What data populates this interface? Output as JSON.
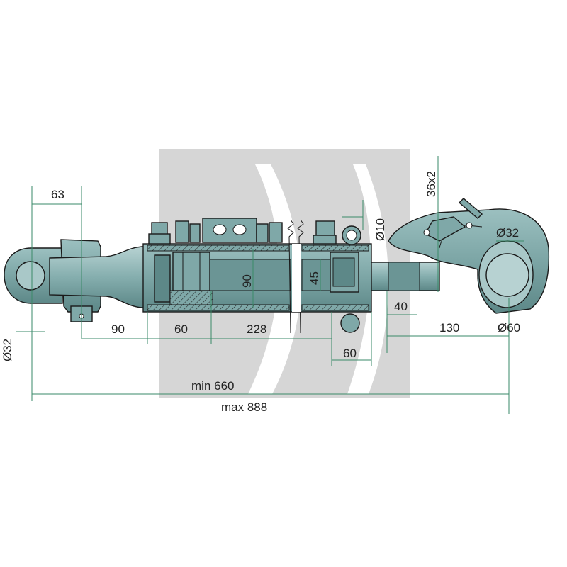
{
  "colors": {
    "body": "#7fa8a8",
    "body_dark": "#5d8888",
    "body_light": "#a9c8c8",
    "dimension": "#3a8a68",
    "watermark": "#d6d6d6",
    "outline": "#1a1a1a"
  },
  "watermark": {
    "icon": "brand-logo-icon"
  },
  "dimensions": {
    "top_eye_span": "63",
    "thread": "36x2",
    "pin_diameter": "Ø10",
    "hook_bore": "Ø32",
    "inner_90": "90",
    "inner_45": "45",
    "rod_offset": "90",
    "seg_60": "60",
    "seg_228": "228",
    "pin_offset_60": "60",
    "hook_40": "40",
    "hook_130": "130",
    "hook_outer": "Ø60",
    "eye_bore": "Ø32",
    "length_min": "min 660",
    "length_max": "max 888"
  }
}
